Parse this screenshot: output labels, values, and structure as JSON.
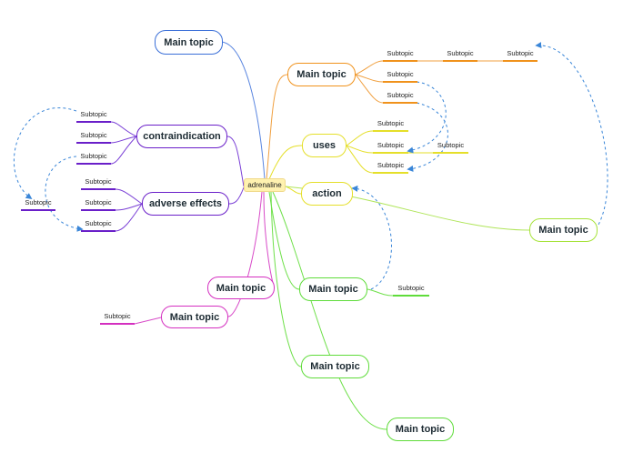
{
  "central_topic": "adrenaline",
  "main_topics": {
    "top": "Main topic",
    "orange": "Main topic",
    "uses": "uses",
    "action": "action",
    "contraindication": "contraindication",
    "adverse_effects": "adverse effects",
    "right": "Main topic",
    "magenta_upper": "Main topic",
    "magenta_lower": "Main topic",
    "green_a": "Main topic",
    "green_b": "Main topic",
    "green_c": "Main topic"
  },
  "subtopics": {
    "orange_1": "Subtopic",
    "orange_2": "Subtopic",
    "orange_3": "Subtopic",
    "orange_4": "Subtopic",
    "orange_5": "Subtopic",
    "uses_1": "Subtopic",
    "uses_2": "Subtopic",
    "uses_3": "Subtopic",
    "uses_4": "Subtopic",
    "contra_1": "Subtopic",
    "contra_2": "Subtopic",
    "contra_3": "Subtopic",
    "adverse_1": "Subtopic",
    "adverse_2": "Subtopic",
    "adverse_3": "Subtopic",
    "left_far": "Subtopic",
    "magenta_sub": "Subtopic",
    "green_sub": "Subtopic"
  },
  "colors": {
    "blue": "#3a6fd8",
    "orange": "#f0921c",
    "yellow": "#e5df2a",
    "purple": "#6a1fc9",
    "lime": "#a7e33a",
    "magenta": "#d42fc0",
    "green": "#5fdc3a",
    "relationship": "#3a86d8",
    "center_fill": "#fff2b0"
  }
}
